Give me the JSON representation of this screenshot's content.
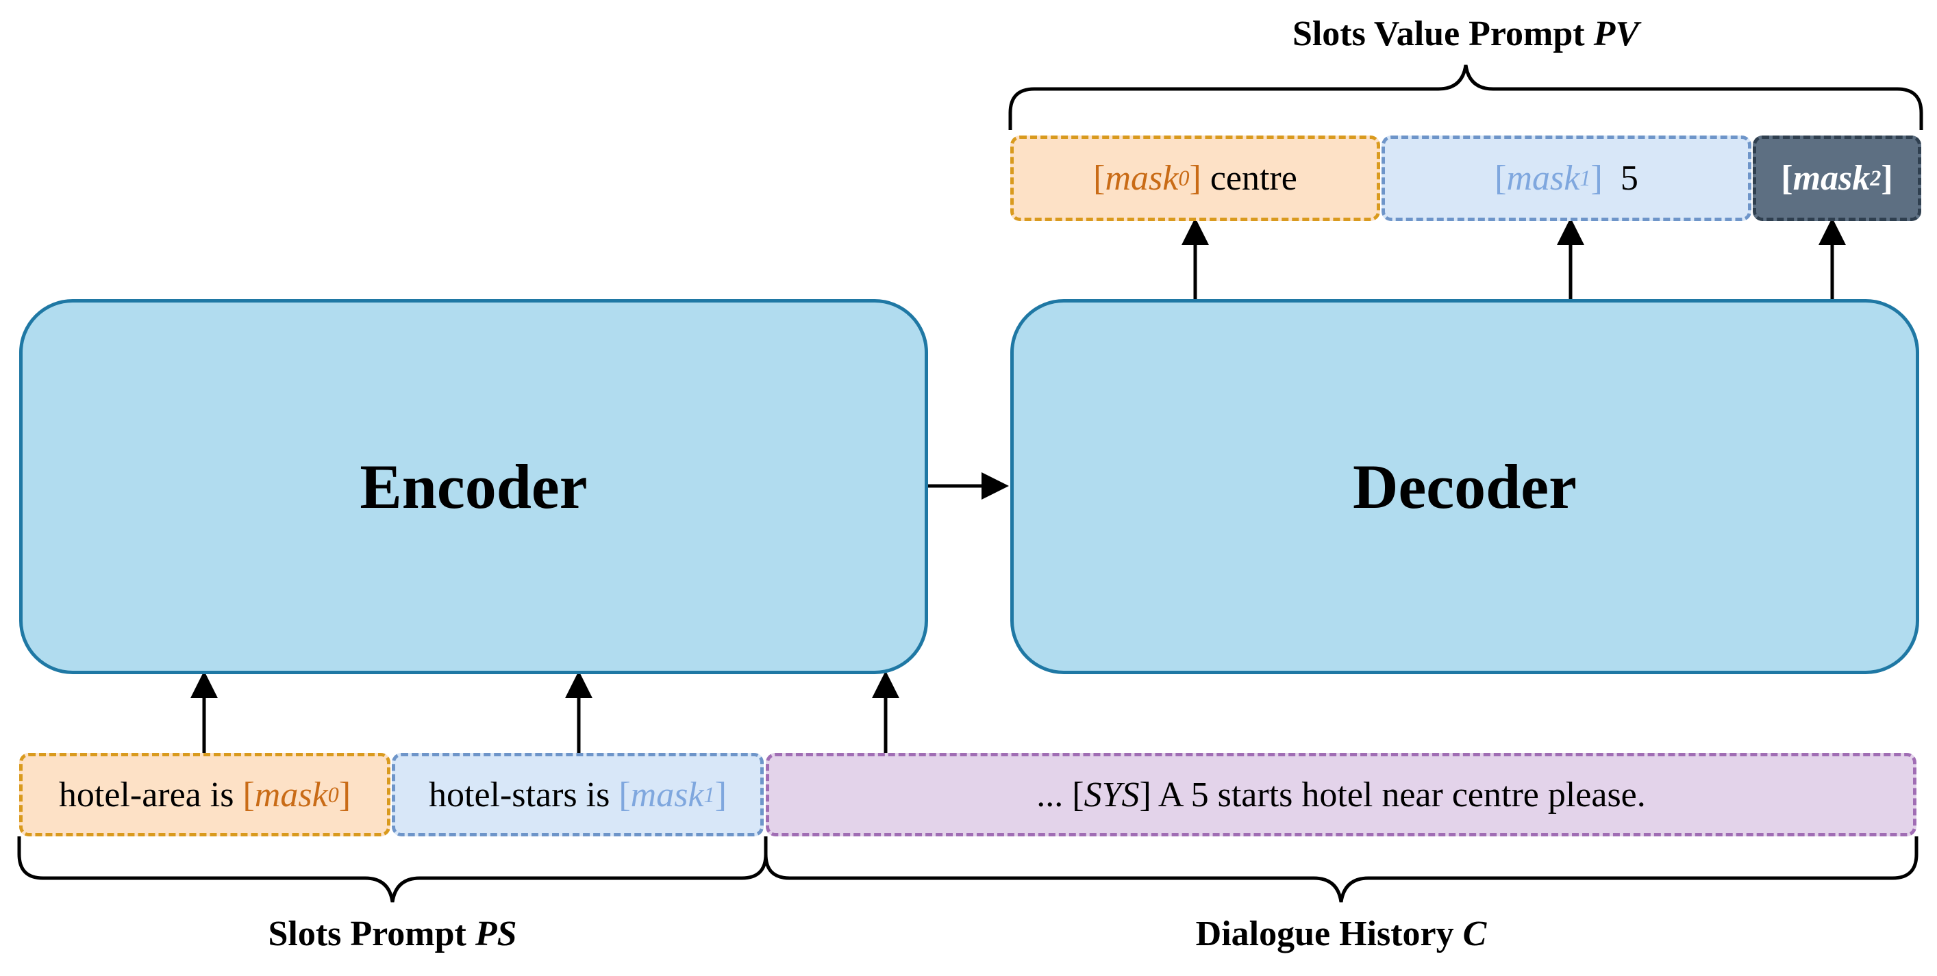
{
  "encoder": {
    "label": "Encoder"
  },
  "decoder": {
    "label": "Decoder"
  },
  "slots_value_prompt": {
    "title": "Slots Value Prompt",
    "symbol": "PV",
    "items": [
      {
        "open": "[",
        "mask": "mask",
        "sub": "0",
        "close": "]",
        "text": "centre"
      },
      {
        "open": "[",
        "mask": "mask",
        "sub": "1",
        "close": "]",
        "text": "5"
      },
      {
        "open": "[",
        "mask": "mask",
        "sub": "2",
        "close": "]",
        "text": ""
      }
    ]
  },
  "slots_prompt": {
    "title": "Slots Prompt",
    "symbol": "PS",
    "items": [
      {
        "text": "hotel-area is ",
        "open": "[",
        "mask": "mask",
        "sub": "0",
        "close": "]"
      },
      {
        "text": "hotel-stars is ",
        "open": "[",
        "mask": "mask",
        "sub": "1",
        "close": "]"
      }
    ]
  },
  "dialogue_history": {
    "title": "Dialogue History",
    "symbol": "C",
    "prefix": "... [",
    "speaker": "SYS",
    "text": "] A 5 starts hotel near centre please."
  },
  "colors": {
    "model_fill": "#b1dcef",
    "model_border": "#1f78a4",
    "slot0": "#d99a1e",
    "slot1": "#6e95c9",
    "slot2": "#5d6f82",
    "dialogue": "#a06db4"
  }
}
